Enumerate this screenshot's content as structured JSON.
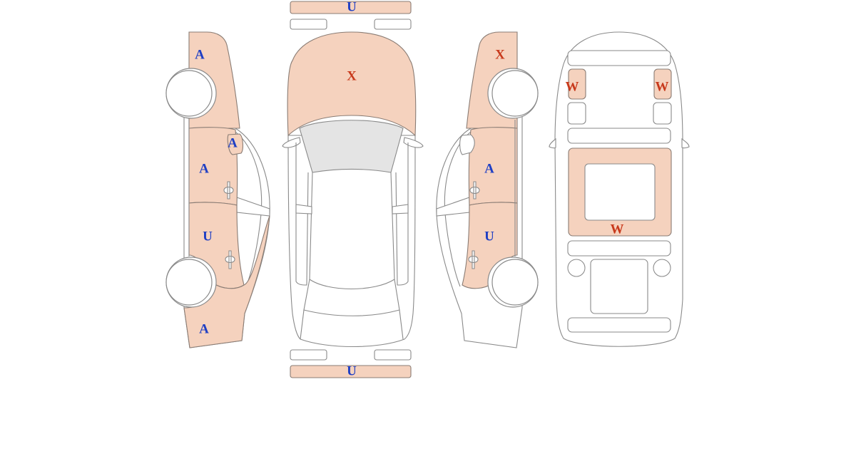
{
  "colors": {
    "damaged_panel": "#f5d2be",
    "outline": "#8a8a8a",
    "glass": "#e4e4e4",
    "code_a_u": "#1f3fc4",
    "code_x_w": "#c8391b"
  },
  "markers": {
    "front_bumper": "U",
    "rear_bumper": "U",
    "hood": "X",
    "left_front_fender": "A",
    "left_mirror": "A",
    "left_front_door": "A",
    "left_rear_door": "U",
    "left_rear_quarter": "A",
    "right_front_fender": "X",
    "right_front_door": "A",
    "right_rear_door": "U",
    "roof_front_left": "W",
    "roof_front_right": "W",
    "roof_center": "W"
  }
}
